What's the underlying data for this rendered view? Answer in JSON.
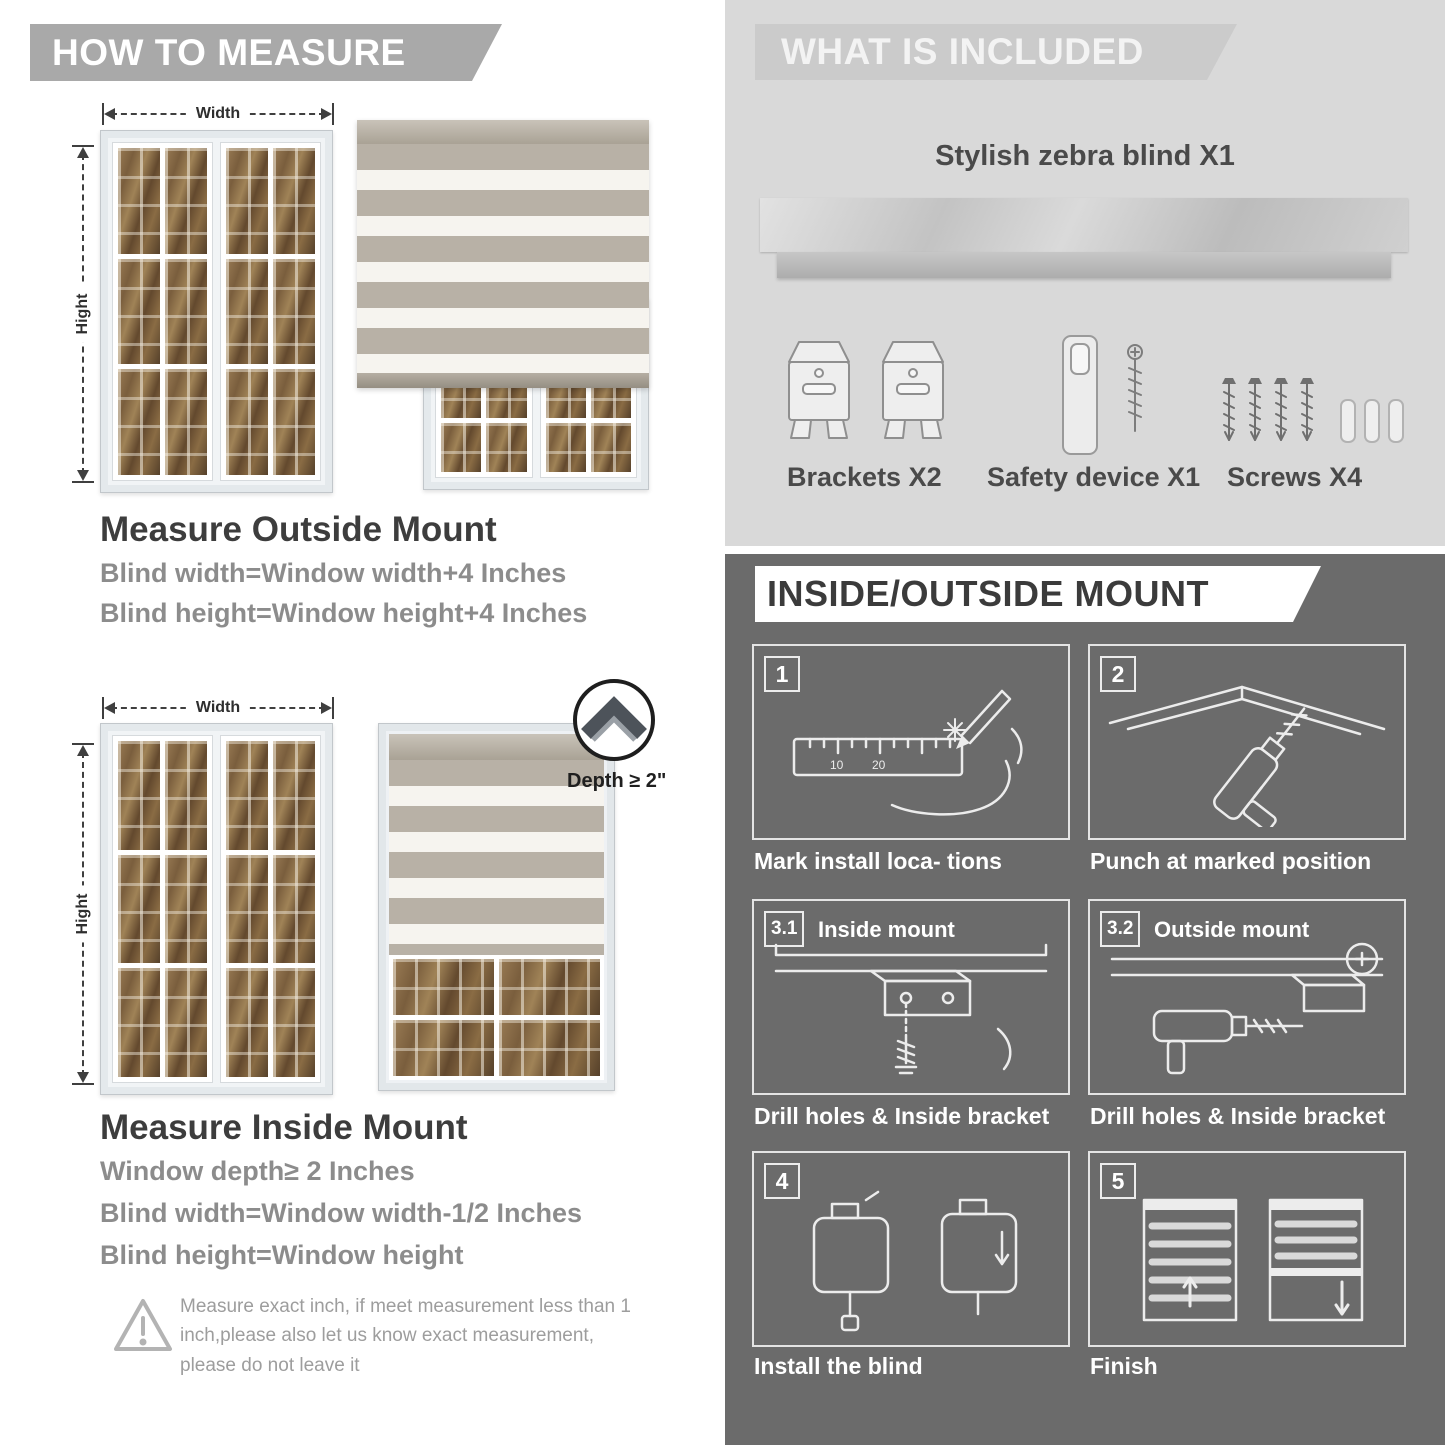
{
  "colors": {
    "banner_gray": "#a9a9a9",
    "light_panel": "#d9d9d9",
    "dark_panel": "#6b6b6b",
    "heading_text": "#3d3d3d",
    "formula_text": "#8c8c8c"
  },
  "measure": {
    "header": "HOW TO MEASURE",
    "outside": {
      "width_label": "Width",
      "height_label": "Hight",
      "title": "Measure Outside Mount",
      "lines": [
        "Blind width=Window width+4 Inches",
        "Blind height=Window height+4 Inches"
      ]
    },
    "inside": {
      "width_label": "Width",
      "height_label": "Hight",
      "depth_note": "Depth ≥ 2\"",
      "title": "Measure Inside Mount",
      "lines": [
        "Window depth≥ 2 Inches",
        "Blind width=Window width-1/2 Inches",
        "Blind height=Window height"
      ]
    },
    "warning": "Measure exact inch, if meet measurement less than 1 inch,please also let us know exact measurement, please do not leave it"
  },
  "included": {
    "header": "WHAT IS INCLUDED",
    "product_label": "Stylish zebra blind X1",
    "items": [
      {
        "label": "Brackets X2",
        "icon": "brackets-icon"
      },
      {
        "label": "Safety device X1",
        "icon": "safety-device-icon"
      },
      {
        "label": "Screws X4",
        "icon": "screws-icon"
      }
    ]
  },
  "mount_steps": {
    "header": "INSIDE/OUTSIDE MOUNT",
    "steps": [
      {
        "num": "1",
        "caption": "Mark install loca- tions",
        "icon": "ruler-marking-icon"
      },
      {
        "num": "2",
        "caption": "Punch at  marked position",
        "icon": "drill-icon"
      },
      {
        "num": "3.1",
        "label": "Inside mount",
        "caption": "Drill holes &  Inside bracket",
        "icon": "inside-bracket-icon"
      },
      {
        "num": "3.2",
        "label": "Outside mount",
        "caption": "Drill holes &  Inside bracket",
        "icon": "outside-bracket-icon"
      },
      {
        "num": "4",
        "caption": "Install the blind",
        "icon": "install-blind-icon"
      },
      {
        "num": "5",
        "caption": "Finish",
        "icon": "finish-blinds-icon"
      }
    ]
  }
}
